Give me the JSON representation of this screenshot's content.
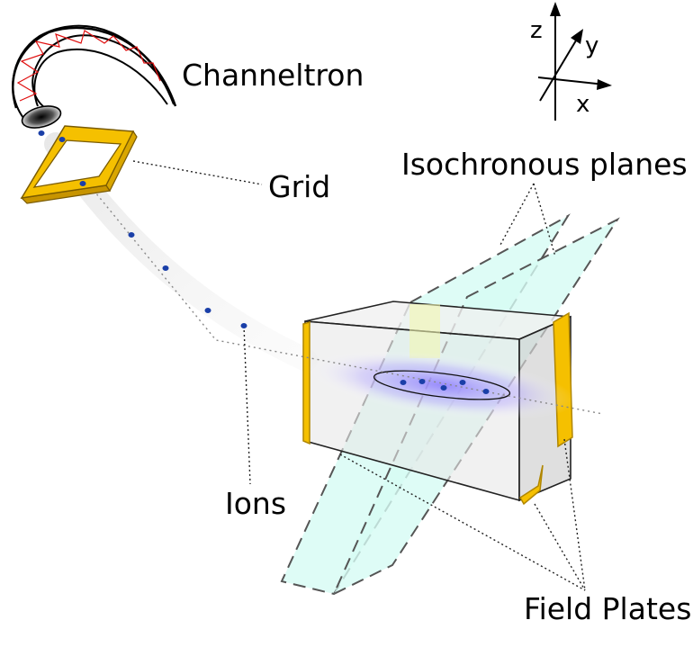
{
  "labels": {
    "channeltron": "Channeltron",
    "grid": "Grid",
    "isochronous_planes": "Isochronous planes",
    "ions": "Ions",
    "field_plates": "Field Plates"
  },
  "axes": {
    "z": "z",
    "y": "y",
    "x": "x"
  },
  "colors": {
    "plate_gold": "#f5c000",
    "plate_edge": "#b08600",
    "plane_fill": "#d6fbf4",
    "plane_edge": "#555555",
    "ion_blue": "#1a3fa8",
    "channeltron_red": "#e01010",
    "cloud_violet": "#b6a6ff"
  }
}
